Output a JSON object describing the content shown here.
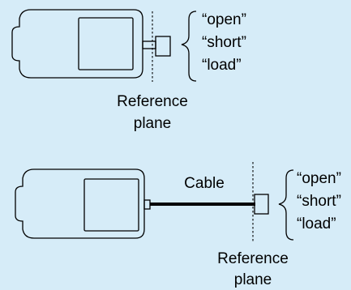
{
  "colors": {
    "background": "#d6ecf8",
    "line": "#000000"
  },
  "top_setup": {
    "standards": [
      "“open”",
      "“short”",
      "“load”"
    ],
    "reference_label": [
      "Reference",
      "plane"
    ]
  },
  "bottom_setup": {
    "cable_label": "Cable",
    "standards": [
      "“open”",
      "“short”",
      "“load”"
    ],
    "reference_label": [
      "Reference",
      "plane"
    ]
  }
}
